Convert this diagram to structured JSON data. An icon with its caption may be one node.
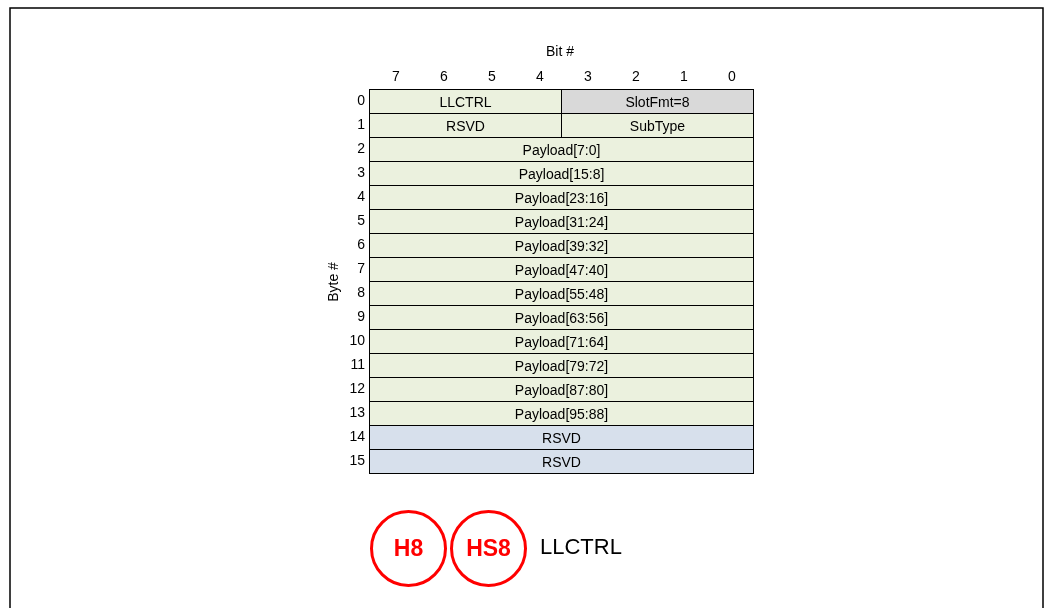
{
  "diagram": {
    "nodes": [
      {
        "text": [
          "LLCTRL"
        ]
      },
      {
        "text": [
          "SlotFmt=8"
        ]
      },
      {
        "text": [
          "RSVD"
        ]
      },
      {
        "text": [
          "SubType"
        ]
      },
      {
        "text": [
          "Payload[7:0]"
        ]
      },
      {
        "text": [
          "Payload[15:8]"
        ]
      },
      {
        "text": [
          "Payload[23:16]"
        ]
      },
      {
        "text": [
          "Payload[31:24]"
        ]
      },
      {
        "text": [
          "Payload[39:32]"
        ]
      },
      {
        "text": [
          "Payload[47:40]"
        ]
      },
      {
        "text": [
          "Payload[55:48]"
        ]
      },
      {
        "text": [
          "Payload[63:56]"
        ]
      },
      {
        "text": [
          "Payload[71:64]"
        ]
      },
      {
        "text": [
          "Payload[79:72]"
        ]
      },
      {
        "text": [
          "Payload[87:80]"
        ]
      },
      {
        "text": [
          "Payload[95:88]"
        ]
      },
      {
        "text": [
          "RSVD"
        ]
      },
      {
        "text": [
          "RSVD"
        ]
      },
      {
        "text": [
          "H8"
        ]
      },
      {
        "text": [
          "HS8"
        ]
      }
    ],
    "labels": [
      "Bit #",
      "7",
      "6",
      "5",
      "4",
      "3",
      "2",
      "1",
      "0",
      "Byte #",
      "0",
      "1",
      "2",
      "3",
      "4",
      "5",
      "6",
      "7",
      "8",
      "9",
      "10",
      "11",
      "12",
      "13",
      "14",
      "15",
      "LLCTRL"
    ]
  }
}
